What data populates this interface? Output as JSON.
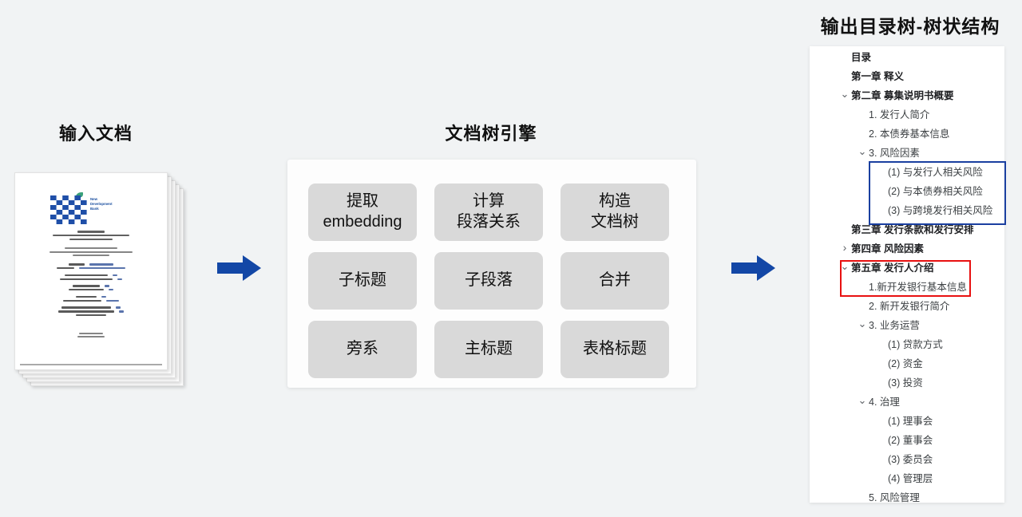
{
  "sections": {
    "input_title": "输入文档",
    "engine_title": "文档树引擎",
    "output_title": "输出目录树-树状结构"
  },
  "colors": {
    "arrow_blue": "#1347a6",
    "highlight_blue": "#1a3fa0",
    "highlight_red": "#e81010",
    "pill_gray": "#d9d9d9",
    "page_bg": "#f1f3f4"
  },
  "document": {
    "logo_name": "New Development Bank",
    "logo_lines": [
      "New",
      "Development",
      "Bank"
    ],
    "title_cn": [
      "新开发银行",
      "2023-2025 年度人民币债券（熊猫债）",
      "面向通用基础程序"
    ],
    "title_en": [
      "New Development Bank",
      "2023-2025 Renminbi Bond (Panda Bond)",
      "Base Prospectus"
    ],
    "fields": [
      {
        "label_cn": "发行人：",
        "label_en": "Issuer:",
        "value": "New Development Bank"
      },
      {
        "label_cn": "牵头主承销商和簿记管理人：",
        "label_en": "Lead Underwriter and Bookrunner:",
        "value": "-"
      },
      {
        "label_cn": "联席主承销商：",
        "label_en": "Critical Underwriter:",
        "value": "-"
      },
      {
        "label_cn": "增信措施：",
        "label_en": "Credit Enhancement:",
        "value": "None"
      },
      {
        "label_cn": "信用评级机构及信用评级：",
        "label_en": "Credit Rating Agency and Credit Rating:",
        "value": "-"
      }
    ],
    "date_cn": "2023 年 1 月",
    "date_en": "January 2023",
    "sheet_count": 5
  },
  "engine": {
    "operations": [
      {
        "label": "提取\nembedding"
      },
      {
        "label": "计算\n段落关系"
      },
      {
        "label": "构造\n文档树"
      },
      {
        "label": "子标题"
      },
      {
        "label": "子段落"
      },
      {
        "label": "合并"
      },
      {
        "label": "旁系"
      },
      {
        "label": "主标题"
      },
      {
        "label": "表格标题"
      }
    ]
  },
  "arrows": [
    {
      "name": "arrow-input-to-engine",
      "direction": "right"
    },
    {
      "name": "arrow-engine-to-output",
      "direction": "right"
    }
  ],
  "tree": {
    "rows": [
      {
        "label": "目录",
        "level": 0,
        "chevron": "none"
      },
      {
        "label": "第一章 释义",
        "level": 0,
        "chevron": "none"
      },
      {
        "label": "第二章 募集说明书概要",
        "level": 0,
        "chevron": "expanded"
      },
      {
        "label": "1.  发行人简介",
        "level": 1,
        "chevron": "none"
      },
      {
        "label": "2.  本债券基本信息",
        "level": 1,
        "chevron": "none"
      },
      {
        "label": "3.  风险因素",
        "level": 1,
        "chevron": "expanded"
      },
      {
        "label": "(1)  与发行人相关风险",
        "level": 2,
        "chevron": "none"
      },
      {
        "label": "(2)  与本债券相关风险",
        "level": 2,
        "chevron": "none"
      },
      {
        "label": "(3)  与跨境发行相关风险",
        "level": 2,
        "chevron": "none"
      },
      {
        "label": "第三章 发行条款和发行安排",
        "level": 0,
        "chevron": "none"
      },
      {
        "label": "第四章 风险因素",
        "level": 0,
        "chevron": "collapsed"
      },
      {
        "label": "第五章 发行人介绍",
        "level": 0,
        "chevron": "expanded"
      },
      {
        "label": "1.新开发银行基本信息",
        "level": 1,
        "chevron": "none"
      },
      {
        "label": "2.  新开发银行简介",
        "level": 1,
        "chevron": "none"
      },
      {
        "label": "3.  业务运营",
        "level": 1,
        "chevron": "expanded"
      },
      {
        "label": "(1)  贷款方式",
        "level": 2,
        "chevron": "none"
      },
      {
        "label": "(2)  资金",
        "level": 2,
        "chevron": "none"
      },
      {
        "label": "(3)  投资",
        "level": 2,
        "chevron": "none"
      },
      {
        "label": "4.  治理",
        "level": 1,
        "chevron": "expanded"
      },
      {
        "label": "(1)  理事会",
        "level": 2,
        "chevron": "none"
      },
      {
        "label": "(2)  董事会",
        "level": 2,
        "chevron": "none"
      },
      {
        "label": "(3)  委员会",
        "level": 2,
        "chevron": "none"
      },
      {
        "label": "(4)  管理层",
        "level": 2,
        "chevron": "none"
      },
      {
        "label": "5.  风险管理",
        "level": 1,
        "chevron": "none"
      }
    ],
    "highlights": [
      {
        "name": "blue-highlight-risk-factors",
        "color": "#1a3fa0",
        "covers": [
          "(1)  与发行人相关风险",
          "(2)  与本债券相关风险",
          "(3)  与跨境发行相关风险"
        ]
      },
      {
        "name": "red-highlight-issuer-intro",
        "color": "#e81010",
        "covers": [
          "第五章 发行人介绍",
          "1.新开发银行基本信息"
        ]
      }
    ],
    "chevron_glyphs": {
      "expanded": "⌄",
      "collapsed": "›"
    }
  }
}
